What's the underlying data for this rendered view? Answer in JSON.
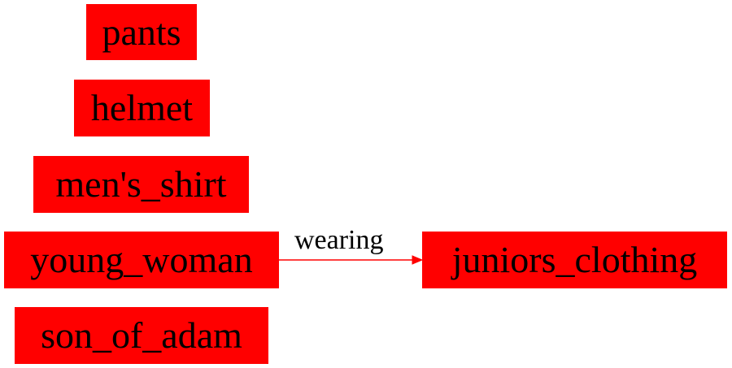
{
  "diagram": {
    "node_color": "#ff0000",
    "edge_color": "#ff0000",
    "nodes": {
      "pants": "pants",
      "helmet": "helmet",
      "mens_shirt": "men's_shirt",
      "young_woman": "young_woman",
      "son_of_adam": "son_of_adam",
      "juniors_clothing": "juniors_clothing"
    },
    "edges": [
      {
        "from": "young_woman",
        "to": "juniors_clothing",
        "label": "wearing"
      }
    ]
  }
}
